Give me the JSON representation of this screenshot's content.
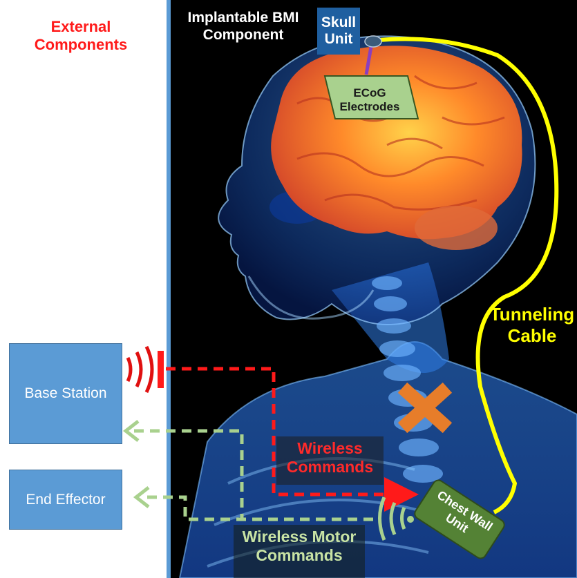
{
  "external_components": {
    "title_line1": "External",
    "title_line2": "Components"
  },
  "implantable": {
    "title_line1": "Implantable BMI",
    "title_line2": "Component"
  },
  "skull_unit": {
    "line1": "Skull",
    "line2": "Unit"
  },
  "ecog": {
    "line1": "ECoG",
    "line2": "Electrodes"
  },
  "tunneling_cable": {
    "line1": "Tunneling",
    "line2": "Cable"
  },
  "wireless_commands": {
    "line1": "Wireless",
    "line2": "Commands"
  },
  "wireless_motor": {
    "line1": "Wireless Motor",
    "line2": "Commands"
  },
  "chest_wall": {
    "line1": "Chest Wall",
    "line2": "Unit"
  },
  "base_station": {
    "label": "Base Station"
  },
  "end_effector": {
    "label": "End Effector"
  },
  "colors": {
    "external_title": "#ff1a1a",
    "skull_box": "#1f5fa0",
    "ecog_box": "#a9d18e",
    "tunneling_cable": "#ffff00",
    "wireless_red": "#ff1a1a",
    "wireless_green": "#a9d18e",
    "ext_box": "#5b9bd5",
    "chest_unit": "#548235",
    "divider": "#5b9bd5"
  }
}
